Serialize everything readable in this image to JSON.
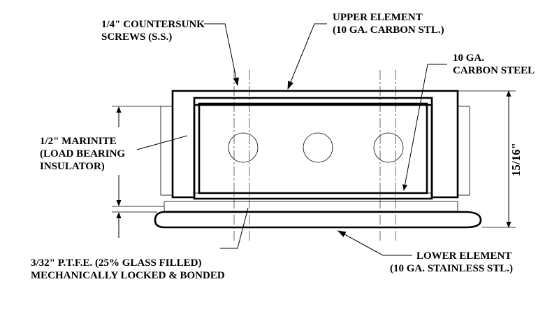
{
  "labels": {
    "countersunk_line1": "1/4\" COUNTERSUNK",
    "countersunk_line2": "SCREWS (S.S.)",
    "upper_line1": "UPPER ELEMENT",
    "upper_line2": "(10 GA. CARBON STL.)",
    "carbon_line1": "10 GA.",
    "carbon_line2": "CARBON STEEL",
    "marinite_line1": "1/2\" MARINITE",
    "marinite_line2": "(LOAD BEARING",
    "marinite_line3": "INSULATOR)",
    "dimension": "15/16\"",
    "ptfe_line1": "3/32\" P.T.F.E. (25% GLASS FILLED)",
    "ptfe_line2": "MECHANICALLY LOCKED & BONDED",
    "lower_line1": "LOWER ELEMENT",
    "lower_line2": "(10 GA. STAINLESS STL.)"
  }
}
